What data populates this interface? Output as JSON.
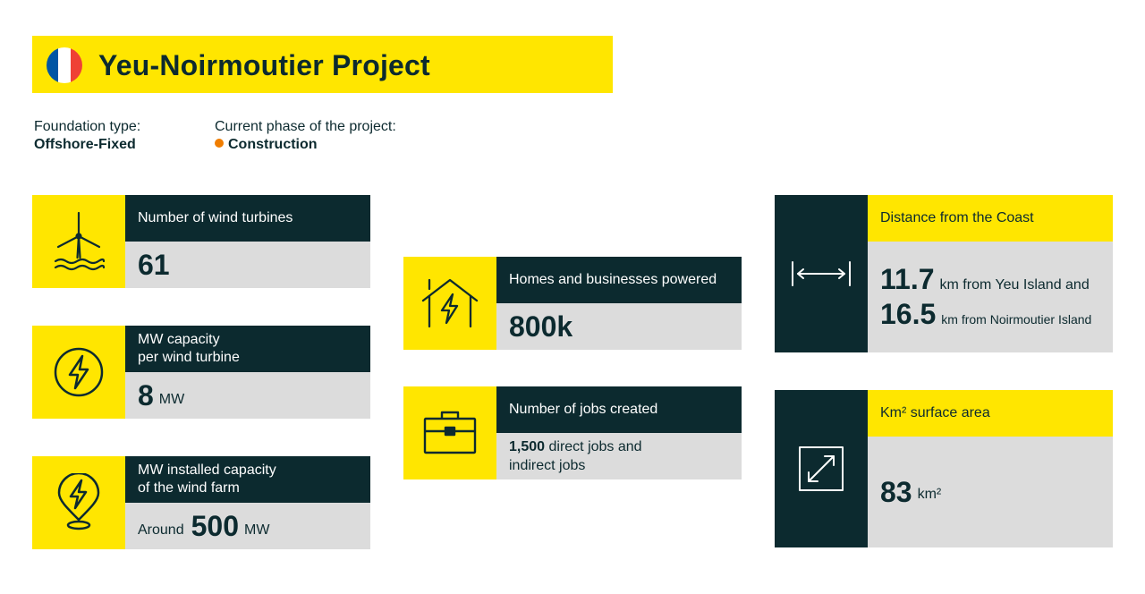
{
  "header": {
    "title": "Yeu-Noirmoutier Project",
    "flag_colors": [
      "#0055a4",
      "#ffffff",
      "#ef4135"
    ]
  },
  "meta": {
    "foundation_label": "Foundation type:",
    "foundation_value": "Offshore-Fixed",
    "phase_label": "Current phase of the project:",
    "phase_value": "Construction",
    "phase_dot_color": "#f07d00"
  },
  "cards": {
    "turbines": {
      "icon": "wind-turbine-icon",
      "title": "Number of wind turbines",
      "value": "61"
    },
    "capacity_per_turbine": {
      "icon": "lightning-circle-icon",
      "title_line1": "MW capacity",
      "title_line2": "per wind turbine",
      "value": "8",
      "unit": "MW"
    },
    "installed_capacity": {
      "icon": "location-lightning-icon",
      "title_line1": "MW installed capacity",
      "title_line2": "of the wind farm",
      "prefix": "Around",
      "value": "500",
      "unit": "MW"
    },
    "homes": {
      "icon": "house-lightning-icon",
      "title": "Homes and businesses powered",
      "value": "800k"
    },
    "jobs": {
      "icon": "briefcase-icon",
      "title": "Number of jobs created",
      "value": "1,500",
      "text1": "direct jobs and",
      "text2": "indirect jobs"
    },
    "distance": {
      "icon": "horizontal-arrow-icon",
      "title": "Distance from the Coast",
      "value1": "11.7",
      "text1": "km from Yeu Island and",
      "value2": "16.5",
      "text2": "km from Noirmoutier Island"
    },
    "surface": {
      "icon": "diagonal-arrow-icon",
      "title": "Km² surface area",
      "value": "83",
      "unit": "km²"
    }
  },
  "colors": {
    "yellow": "#ffe600",
    "dark": "#0c2a2f",
    "grey": "#dcdcdc"
  }
}
